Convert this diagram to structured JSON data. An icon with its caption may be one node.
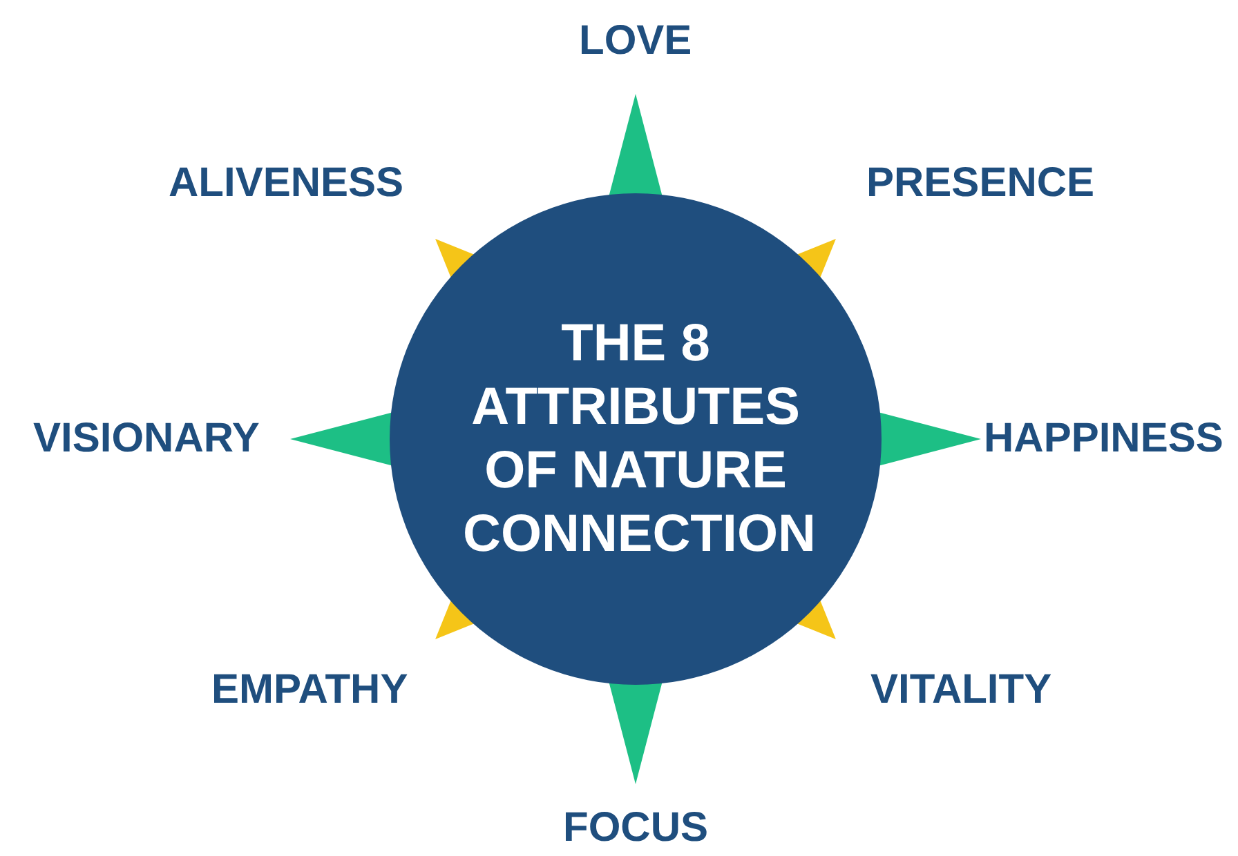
{
  "diagram": {
    "nodes": [
      {
        "text": [
          "THE 8 ATTRIBUTES OF NATURE CONNECTION"
        ]
      }
    ],
    "labels": [
      "LOVE",
      "ALIVENESS",
      "PRESENCE",
      "VISIONARY",
      "HAPPINESS",
      "EMPATHY",
      "VITALITY",
      "FOCUS"
    ]
  }
}
